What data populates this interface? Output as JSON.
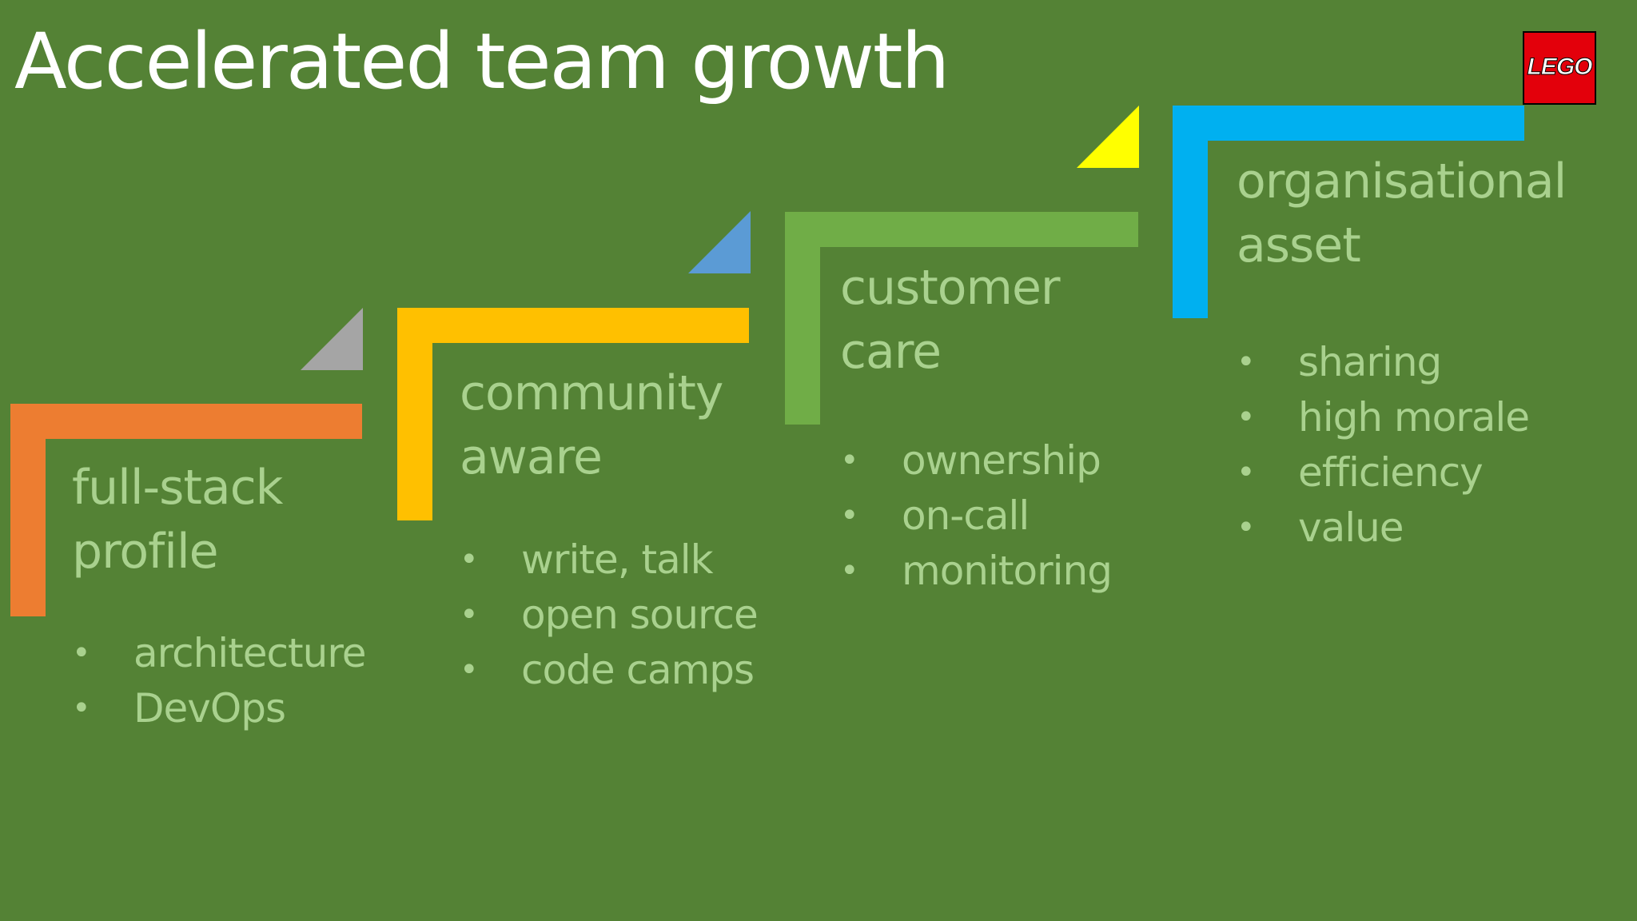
{
  "slide": {
    "title": "Accelerated team growth"
  },
  "logo": {
    "text": "LEGO",
    "icon": "lego-logo"
  },
  "steps": [
    {
      "heading_lines": [
        "full-stack",
        "profile"
      ],
      "bullets": [
        "architecture",
        "DevOps"
      ],
      "bar_color": "#ed7d31",
      "triangle_color": "#a5a5a5"
    },
    {
      "heading_lines": [
        "community",
        "aware"
      ],
      "bullets": [
        "write, talk",
        "open source",
        "code camps"
      ],
      "bar_color": "#ffc000",
      "triangle_color": "#5b9bd5"
    },
    {
      "heading_lines": [
        "customer",
        "care"
      ],
      "bullets": [
        "ownership",
        "on-call",
        "monitoring"
      ],
      "bar_color": "#70ad47",
      "triangle_color": "#ffff00"
    },
    {
      "heading_lines": [
        "organisational",
        "asset"
      ],
      "bullets": [
        "sharing",
        "high morale",
        "efficiency",
        "value"
      ],
      "bar_color": "#00b0f0",
      "triangle_color": ""
    }
  ]
}
